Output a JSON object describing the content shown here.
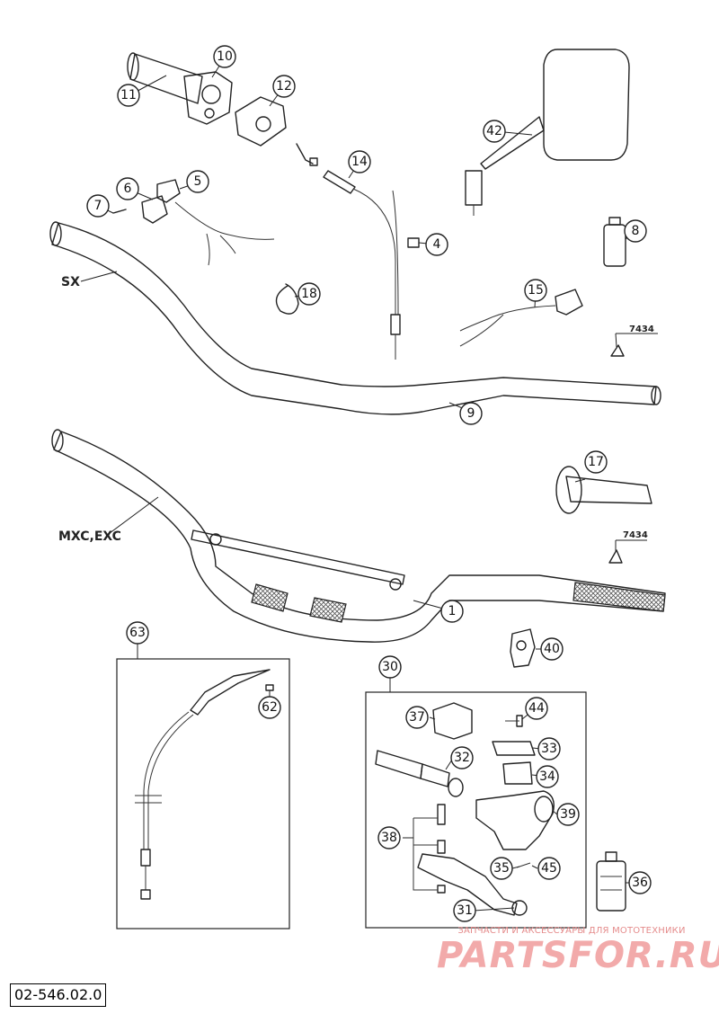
{
  "diagram_code": "02-546.02.0",
  "model_labels": {
    "sx": "SX",
    "mxc_exc": "MXC,EXC"
  },
  "ref_labels": {
    "upper": "7434",
    "lower": "7434"
  },
  "callouts": [
    "1",
    "4",
    "5",
    "6",
    "7",
    "8",
    "9",
    "10",
    "11",
    "12",
    "14",
    "15",
    "17",
    "18",
    "30",
    "31",
    "32",
    "33",
    "34",
    "35",
    "36",
    "37",
    "38",
    "39",
    "40",
    "42",
    "44",
    "45",
    "62",
    "63"
  ],
  "watermark": {
    "tagline": "ЗАПЧАСТИ И АКСЕССУАРЫ ДЛЯ МОТОТЕХНИКИ",
    "brand": "PARTSFOR.RU"
  }
}
